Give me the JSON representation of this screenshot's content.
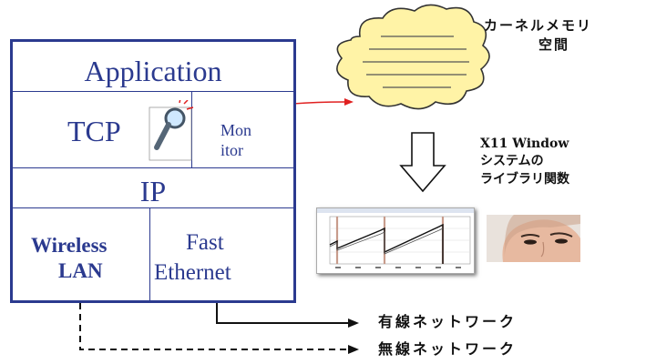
{
  "stack": {
    "application": "Application",
    "tcp": "TCP",
    "monitor_line1": "Mon",
    "monitor_line2": "itor",
    "ip": "IP",
    "wireless_line1": "Wireless",
    "wireless_line2": "LAN",
    "fast_line1": "Fast",
    "fast_line2": "Ethernet"
  },
  "kernel": {
    "line1": "カーネルメモリ",
    "line2": "空間"
  },
  "x11": {
    "line1": "X11 Window",
    "line2": "システムの",
    "line3": "ライブラリ関数"
  },
  "links": {
    "wired": "有線ネットワーク",
    "wireless": "無線ネットワーク"
  },
  "colors": {
    "stack_border": "#2b3a8f",
    "cloud_fill": "#fff3a6",
    "arrow_red": "#e02020"
  }
}
